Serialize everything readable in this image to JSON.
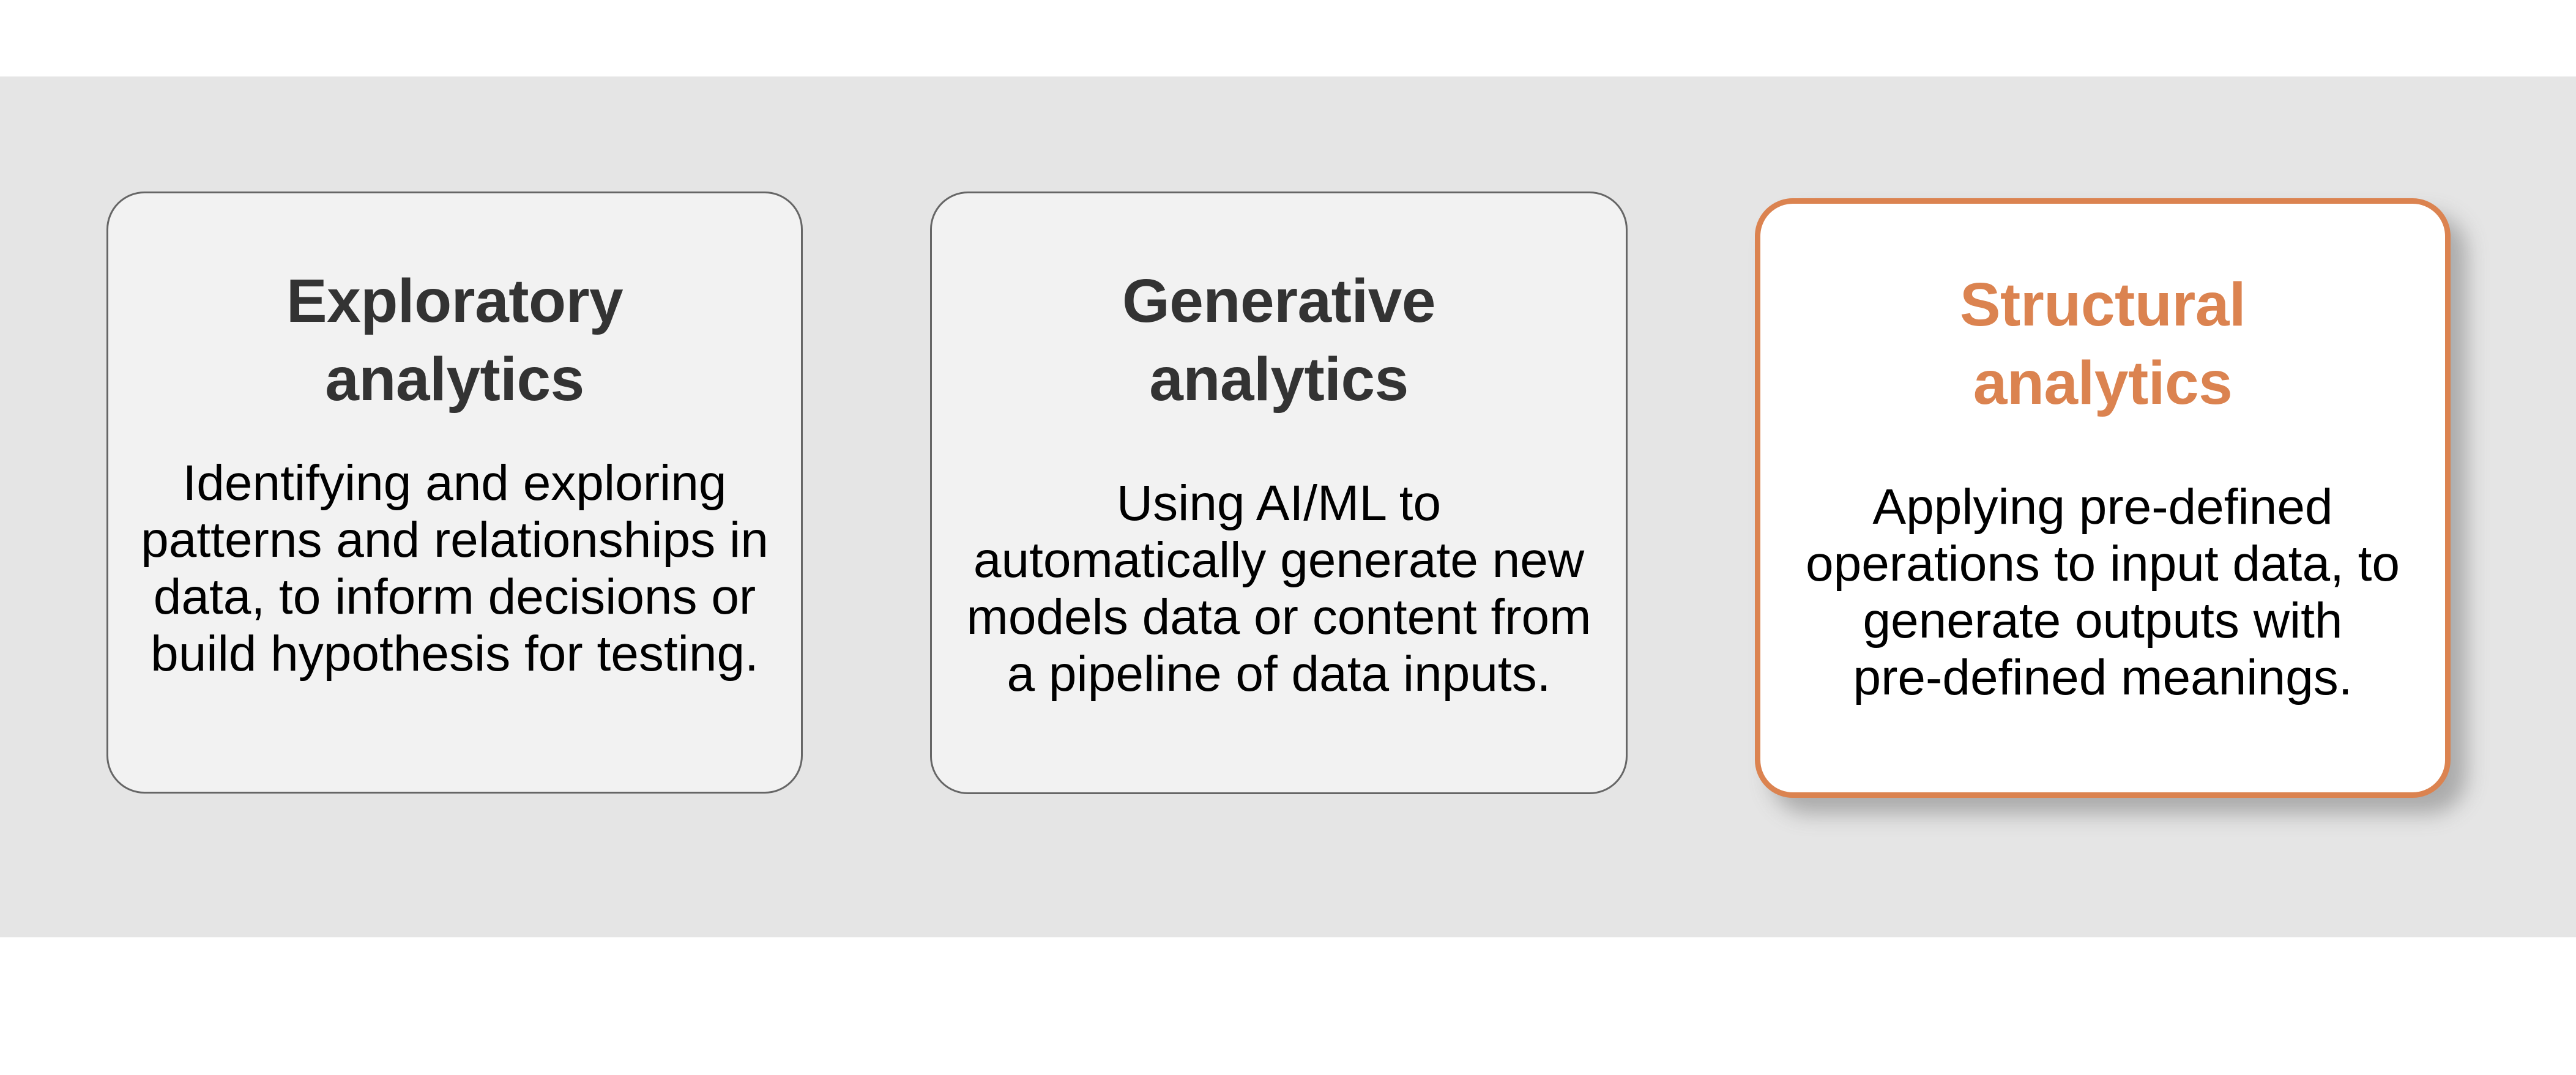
{
  "slide": {
    "background_color": "#ffffff",
    "panel_color": "#e5e5e5",
    "accent_color": "#db8350",
    "title_color": "#333333",
    "body_color": "#000000",
    "card_fill": "#f2f2f2",
    "card_border": "#666666"
  },
  "cards": [
    {
      "title": "Exploratory\nanalytics",
      "body": "Identifying and exploring\npatterns and relationships in\ndata, to inform decisions or\nbuild hypothesis for testing.",
      "highlighted": false
    },
    {
      "title": "Generative\nanalytics",
      "body": "Using AI/ML to\nautomatically generate new\nmodels data or content from\na pipeline of  data inputs.",
      "highlighted": false
    },
    {
      "title": "Structural\nanalytics",
      "body": "Applying pre-defined\noperations to input data, to\ngenerate outputs with\npre-defined meanings.",
      "highlighted": true
    }
  ]
}
